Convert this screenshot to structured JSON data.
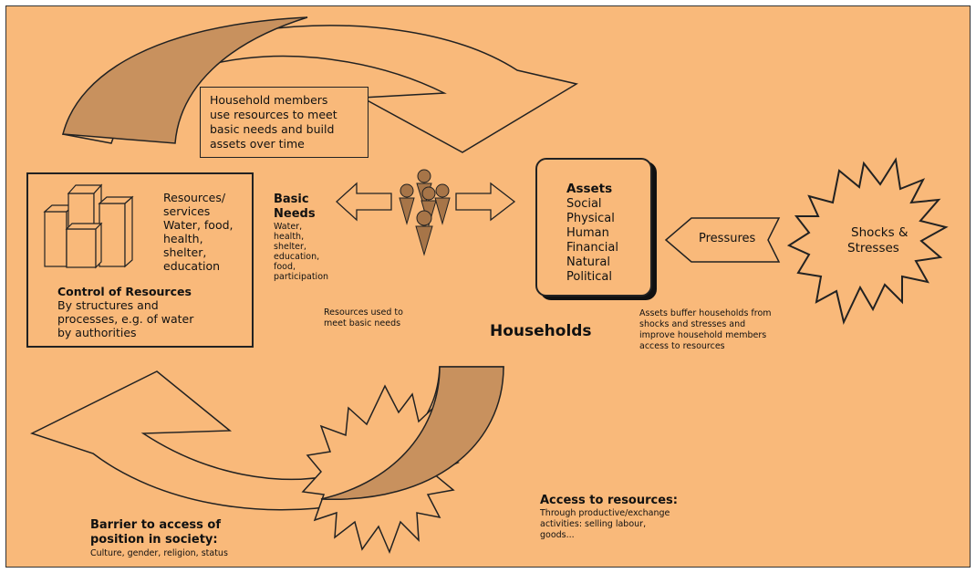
{
  "household_box": {
    "lines": [
      "Household members",
      "use resources to meet",
      "basic needs and build",
      "assets over time"
    ]
  },
  "control": {
    "services_lines": [
      "Resources/",
      "services",
      "Water, food,",
      "health,",
      "shelter,",
      "education"
    ],
    "title": "Control of Resources",
    "desc_lines": [
      "By structures and",
      "processes, e.g. of water",
      "by authorities"
    ]
  },
  "basic_needs": {
    "title_lines": [
      "Basic",
      "Needs"
    ],
    "items": [
      "Water,",
      "health,",
      "shelter,",
      "education,",
      "food,",
      "participation"
    ]
  },
  "resources_used": {
    "lines": [
      "Resources used to",
      "meet basic needs"
    ]
  },
  "households_label": "Households",
  "assets": {
    "title": "Assets",
    "items": [
      "Social",
      "Physical",
      "Human",
      "Financial",
      "Natural",
      "Political"
    ]
  },
  "pressures_label": "Pressures",
  "shocks_lines": [
    "Shocks &",
    "Stresses"
  ],
  "assets_buffer": {
    "lines": [
      "Assets buffer households from",
      "shocks and stresses and",
      "improve household members",
      "access to resources"
    ]
  },
  "access": {
    "title": "Access to resources:",
    "lines": [
      "Through productive/exchange",
      "activities: selling labour,",
      "goods..."
    ]
  },
  "barrier": {
    "title_lines": [
      "Barrier to access of",
      "position in society:"
    ],
    "desc": "Culture, gender, religion, status"
  },
  "colors": {
    "background": "#f9b97a",
    "arrow_fill": "#c8915e",
    "people_fill": "#a77548",
    "stroke": "#222222"
  }
}
